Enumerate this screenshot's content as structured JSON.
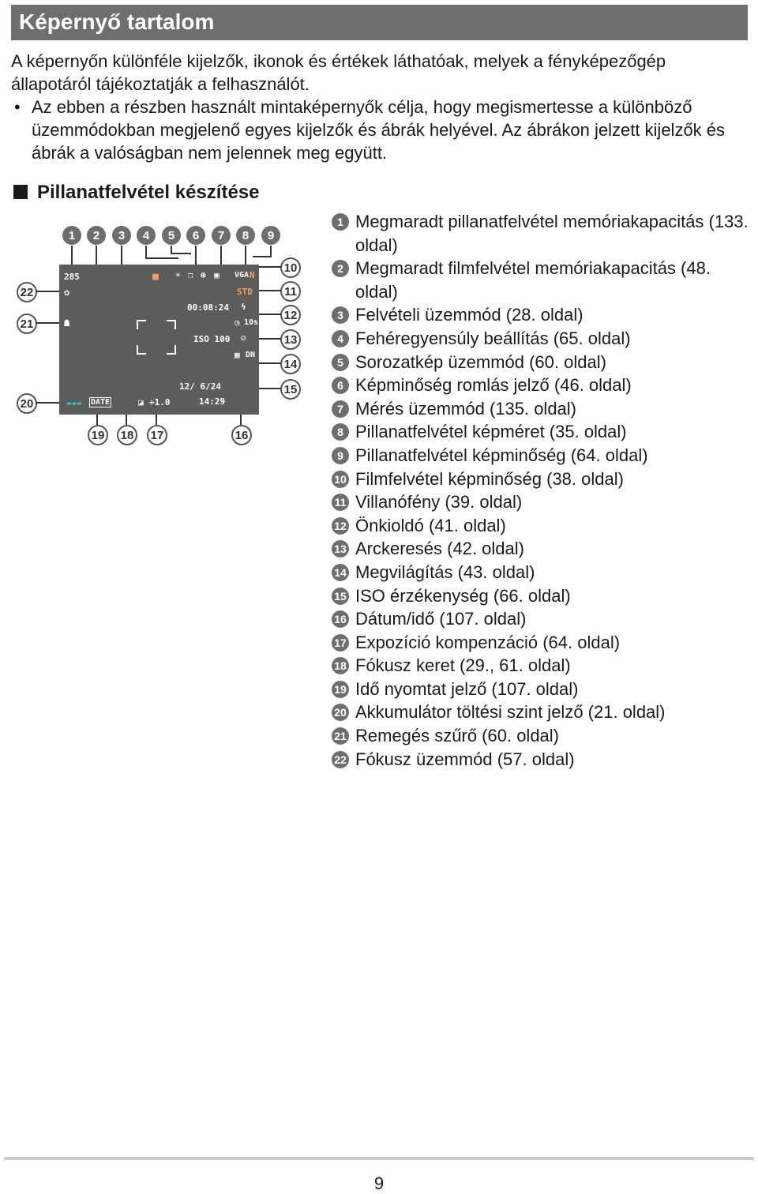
{
  "header": {
    "title": "Képernyő tartalom"
  },
  "intro": {
    "paragraph": "A képernyőn különféle kijelzők, ikonok és értékek láthatóak, melyek a fényképezőgép állapotáról tájékoztatják a felhasználót.",
    "bullet": "Az ebben a részben használt mintaképernyők célja, hogy megismertesse a különböző üzemmódokban megjelenő egyes kijelzők és ábrák helyével. Az ábrákon jelzett kijelzők és ábrák a valóságban nem jelennek meg együtt.",
    "bullet_symbol": "•"
  },
  "section": {
    "heading": "Pillanatfelvétel készítése"
  },
  "screen": {
    "remaining_shots": "285",
    "remaining_movie": "00:08:24",
    "iso": "ISO 100",
    "exposure": "+1.0",
    "date": "12/ 6/24",
    "time": "14:29",
    "movie_quality": "STD",
    "self_timer": "10s",
    "date_stamp": "DATE",
    "dn": "DN"
  },
  "legend": [
    {
      "num": "1",
      "text": "Megmaradt pillanatfelvétel memóriakapacitás (133. oldal)"
    },
    {
      "num": "2",
      "text": "Megmaradt filmfelvétel memóriakapacitás (48. oldal)"
    },
    {
      "num": "3",
      "text": "Felvételi üzemmód (28. oldal)"
    },
    {
      "num": "4",
      "text": "Fehéregyensúly beállítás (65. oldal)"
    },
    {
      "num": "5",
      "text": "Sorozatkép üzemmód (60. oldal)"
    },
    {
      "num": "6",
      "text": "Képminőség romlás jelző (46. oldal)"
    },
    {
      "num": "7",
      "text": "Mérés üzemmód (135. oldal)"
    },
    {
      "num": "8",
      "text": "Pillanatfelvétel képméret (35. oldal)"
    },
    {
      "num": "9",
      "text": "Pillanatfelvétel képminőség (64. oldal)"
    },
    {
      "num": "10",
      "text": "Filmfelvétel képminőség (38. oldal)"
    },
    {
      "num": "11",
      "text": "Villanófény (39. oldal)"
    },
    {
      "num": "12",
      "text": "Önkioldó (41. oldal)"
    },
    {
      "num": "13",
      "text": "Arckeresés (42. oldal)"
    },
    {
      "num": "14",
      "text": "Megvilágítás (43. oldal)"
    },
    {
      "num": "15",
      "text": "ISO érzékenység (66. oldal)"
    },
    {
      "num": "16",
      "text": "Dátum/idő (107. oldal)"
    },
    {
      "num": "17",
      "text": "Expozíció kompenzáció (64. oldal)"
    },
    {
      "num": "18",
      "text": "Fókusz keret (29., 61. oldal)"
    },
    {
      "num": "19",
      "text": "Idő nyomtat jelző (107. oldal)"
    },
    {
      "num": "20",
      "text": "Akkumulátor töltési szint jelző (21. oldal)"
    },
    {
      "num": "21",
      "text": "Remegés szűrő (60. oldal)"
    },
    {
      "num": "22",
      "text": "Fókusz üzemmód (57. oldal)"
    }
  ],
  "callouts": {
    "top": [
      "1",
      "2",
      "3",
      "4",
      "5",
      "6",
      "7",
      "8",
      "9"
    ],
    "right": [
      "10",
      "11",
      "12",
      "13",
      "14",
      "15"
    ],
    "bottom": [
      "19",
      "18",
      "17",
      "16"
    ],
    "left": [
      "22",
      "21",
      "20"
    ]
  },
  "footer": {
    "page_number": "9"
  }
}
